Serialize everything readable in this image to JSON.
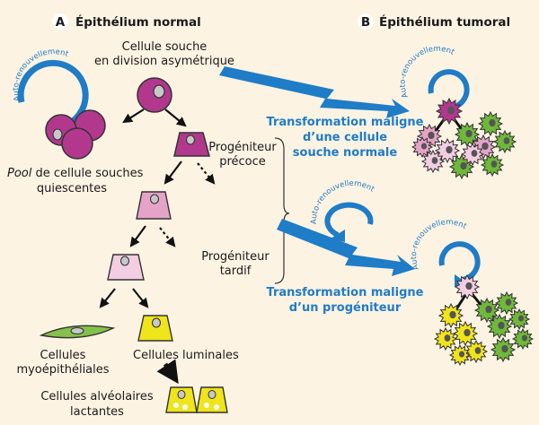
{
  "panel_a": {
    "letter": "A",
    "title": "Épithélium normal"
  },
  "panel_b": {
    "letter": "B",
    "title": "Épithélium tumoral"
  },
  "stem_cell_dividing": {
    "line1": "Cellule souche",
    "line2": "en division asymétrique"
  },
  "self_renewal_label": "Auto-renouvellement",
  "pool": {
    "line1_italic": "Pool",
    "line1_rest": " de cellule souches",
    "line2": "quiescentes"
  },
  "early_progenitor": {
    "line1": "Progéniteur",
    "line2": "précoce"
  },
  "late_progenitor": {
    "line1": "Progéniteur",
    "line2": "tardif"
  },
  "myoepithelial": {
    "line1": "Cellules",
    "line2": "myoépithéliales"
  },
  "luminal": "Cellules luminales",
  "alveolar": {
    "line1": "Cellules alvéolaires",
    "line2": "lactantes"
  },
  "transformation_stem": {
    "line1": "Transformation maligne",
    "line2": "d’une cellule",
    "line3": "souche normale"
  },
  "transformation_progenitor": {
    "line1": "Transformation maligne",
    "line2": "d’un progéniteur"
  },
  "colors": {
    "background": "#fdf3e3",
    "stem_cell": "#b2388e",
    "progenitor_early": "#b2388e",
    "progenitor_mid": "#e6a3c8",
    "progenitor_late": "#f3cde2",
    "myoepithelial": "#84c14a",
    "luminal": "#f0e41a",
    "accent_blue": "#1f7cc6",
    "tumor_green": "#6fb93a"
  }
}
